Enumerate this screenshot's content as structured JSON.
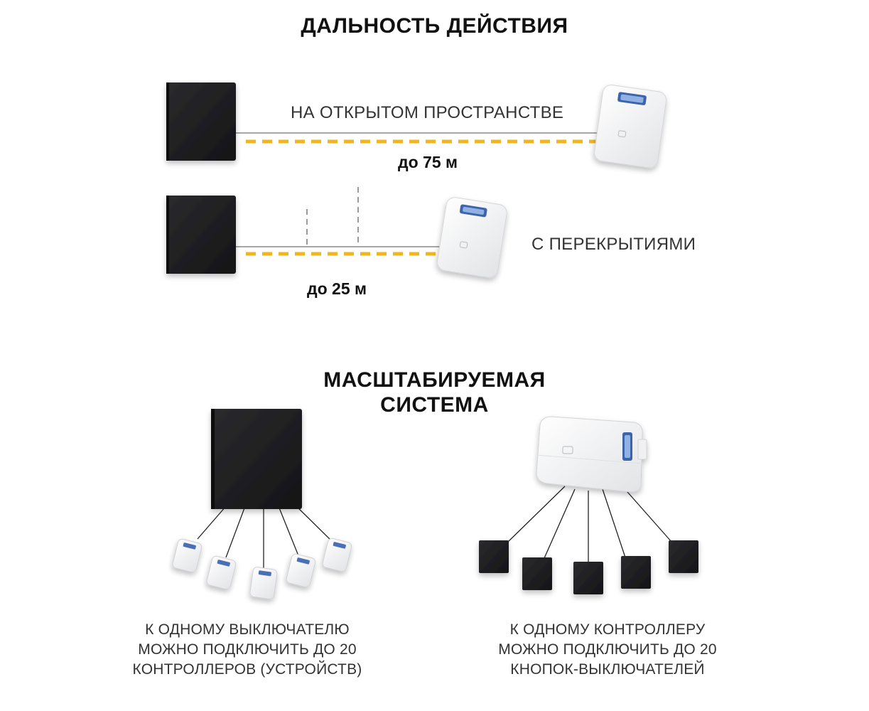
{
  "section_range": {
    "title": "ДАЛЬНОСТЬ ДЕЙСТВИЯ",
    "row_open": {
      "label": "НА ОТКРЫТОМ ПРОСТРАНСТВЕ",
      "distance": "до 75 м"
    },
    "row_walls": {
      "label": "С ПЕРЕКРЫТИЯМИ",
      "distance": "до 25 м"
    }
  },
  "section_scale": {
    "title_line1": "МАСШТАБИРУЕМАЯ",
    "title_line2": "СИСТЕМА",
    "left_caption": {
      "line1": "К ОДНОМУ ВЫКЛЮЧАТЕЛЮ",
      "line2": "МОЖНО ПОДКЛЮЧИТЬ ДО 20",
      "line3": "КОНТРОЛЛЕРОВ (УСТРОЙСТВ)"
    },
    "right_caption": {
      "line1": "К ОДНОМУ КОНТРОЛЛЕРУ",
      "line2": "МОЖНО ПОДКЛЮЧИТЬ ДО 20",
      "line3": "КНОПОК-ВЫКЛЮЧАТЕЛЕЙ"
    }
  },
  "colors": {
    "accent": "#f2b51d",
    "switch": "#1c1c1e",
    "controller": "#f4f4f5",
    "line": "#7a7a7a"
  },
  "icons": {
    "switch": "wall-switch-icon",
    "controller": "relay-controller-icon"
  }
}
